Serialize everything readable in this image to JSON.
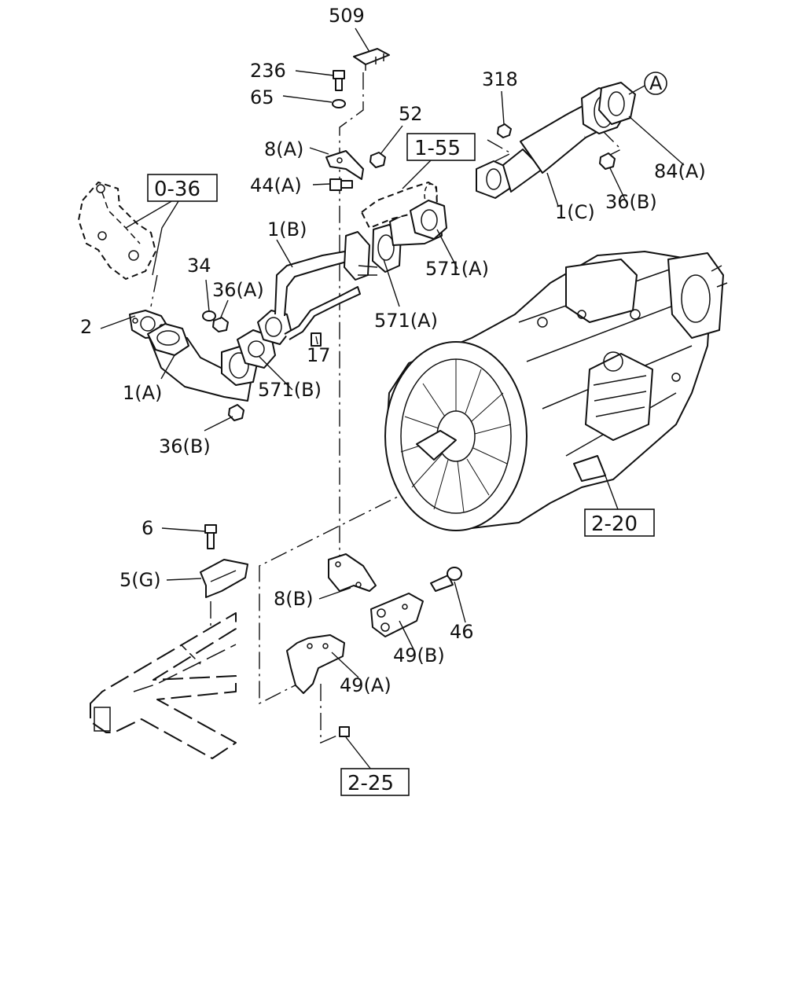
{
  "labels": {
    "p509": "509",
    "p236": "236",
    "p65": "65",
    "p52": "52",
    "p318": "318",
    "p8a": "8(A)",
    "p44a": "44(A)",
    "p1b": "1(B)",
    "p34": "34",
    "p36a": "36(A)",
    "p2": "2",
    "p1a": "1(A)",
    "p17": "17",
    "p571b": "571(B)",
    "p571a_lower": "571(A)",
    "p571a_upper": "571(A)",
    "p1c": "1(C)",
    "p36b_upper": "36(B)",
    "p84a": "84(A)",
    "p36b_lower": "36(B)",
    "p6": "6",
    "p5g": "5(G)",
    "p8b": "8(B)",
    "p46": "46",
    "p49b": "49(B)",
    "p49a": "49(A)",
    "circle_a": "A"
  },
  "references": {
    "r036": "0-36",
    "r155": "1-55",
    "r220": "2-20",
    "r225": "2-25"
  }
}
